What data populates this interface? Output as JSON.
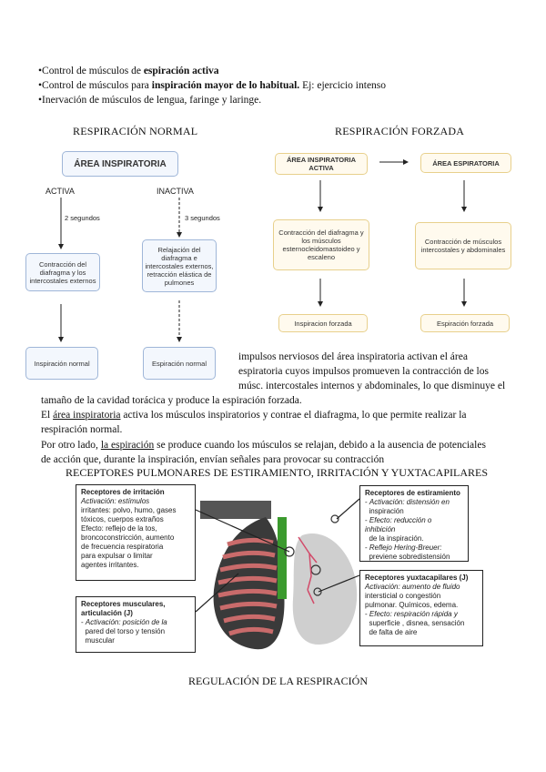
{
  "bullets": [
    {
      "prefix": "•Control de músculos de ",
      "bold": "espiración activa",
      "suffix": ""
    },
    {
      "prefix": "•Control de músculos para ",
      "bold": "inspiración mayor de lo habitual.",
      "suffix": " Ej: ejercicio intenso"
    },
    {
      "prefix": "•Inervación de músculos de lengua, faringe y laringe.",
      "bold": "",
      "suffix": ""
    }
  ],
  "normal": {
    "title": "RESPIRACIÓN NORMAL",
    "area": "ÁREA INSPIRATORIA",
    "activa": "ACTIVA",
    "inactiva": "INACTIVA",
    "t_activa": "2 segundos",
    "t_inactiva": "3 segundos",
    "box_contraccion": "Contracción del diafragma y los intercostales externos",
    "box_relajacion": "Relajación del diafragma e intercostales externos, retracción elástica de pulmones",
    "box_insp": "Inspiración normal",
    "box_esp": "Espiración normal"
  },
  "forzada": {
    "title": "RESPIRACIÓN FORZADA",
    "area_insp": "ÁREA INSPIRATORIA ACTIVA",
    "area_esp": "ÁREA ESPIRATORIA",
    "box_left": "Contracción del diafragma y los músculos esternocleidomastoideo y escaleno",
    "box_right": "Contracción de músculos intercostales y abdominales",
    "res_left": "Inspiracion forzada",
    "res_right": "Espiración forzada"
  },
  "paragraphs": {
    "p1a": "impulsos nerviosos del área inspiratoria activan el área",
    "p1b": "espiratoria cuyos impulsos promueven la contracción de los",
    "p1c": "músc. intercostales internos y abdominales, lo que disminuye el",
    "p1d": "tamaño de la cavidad torácica y produce la espiración forzada.",
    "p2_pre": "El ",
    "p2_u": "área inspiratoria",
    "p2_post": " activa los músculos inspiratorios y contrae el diafragma, lo que permite realizar la",
    "p2b": "respiración normal.",
    "p3_pre": "Por otro lado, ",
    "p3_u": "la espiración",
    "p3_post": " se produce cuando los músculos se relajan, debido a la ausencia de potenciales",
    "p3b": "de acción que, durante la inspiración, envían señales para provocar su contracción"
  },
  "receptores": {
    "title": "RECEPTORES PULMONARES DE ESTIRAMIENTO, IRRITACIÓN Y YUXTACAPILARES",
    "irritacion": {
      "heading": "Receptores de irritación",
      "l1": "Activación: estímulos",
      "l2": "irritantes: polvo, humo, gases",
      "l3": "tóxicos, cuerpos extraños",
      "l4": "Efecto: reflejo de la tos,",
      "l5": "broncoconstricción, aumento",
      "l6": "de frecuencia respiratoria",
      "l7": "para expulsar o limitar",
      "l8": "agentes irritantes."
    },
    "musculares": {
      "heading": "Receptores musculares,",
      "heading2": "articulación (J)",
      "l1": "Activación: posición de la",
      "l2": "pared del torso y tensión",
      "l3": "muscular"
    },
    "estiramiento": {
      "heading": "Receptores de estiramiento",
      "l1": "Activación: distensión en",
      "l2": "inspiración",
      "l3": "Efecto: reducción o inhibición",
      "l4": "de la inspiración.",
      "l5": "Reflejo Hering-Breuer:",
      "l6": "previene sobredistensión"
    },
    "yuxta": {
      "heading": "Receptores yuxtacapilares (J)",
      "l1": "Activación: aumento de fluido",
      "l2": "intersticial o congestión",
      "l3": "pulmonar. Químicos, edema.",
      "l4": "Efecto: respiración rápida y",
      "l5": "superficie , disnea, sensación",
      "l6": "de falta de aire"
    }
  },
  "footer": "REGULACIÓN DE LA RESPIRACIÓN",
  "colors": {
    "box_border": "#9fb6d8",
    "box_fill": "#f3f7fd",
    "orange_border": "#e8d08c",
    "orange_fill": "#fffaee",
    "rib": "#c96b6b",
    "nerve": "#3b9a2e",
    "lung": "#cfcfcf"
  }
}
